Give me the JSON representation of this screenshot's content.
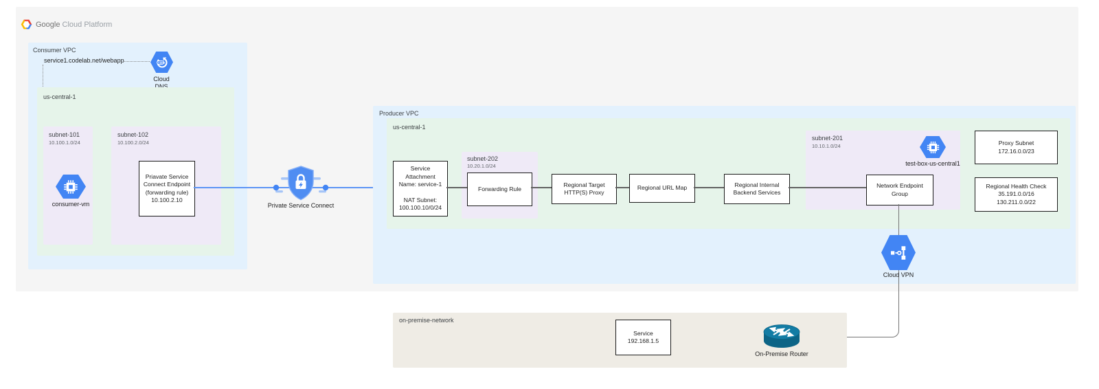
{
  "header": {
    "brand_bold": "Google",
    "brand_light": "Cloud Platform"
  },
  "consumer_vpc": {
    "label": "Consumer VPC",
    "dns_record": "service1.codelab.net/webapp",
    "cloud_dns_label": "Cloud\nDNS",
    "region": {
      "label": "us-central-1",
      "subnet101": {
        "name": "subnet-101",
        "cidr": "10.100.1.0/24",
        "vm_label": "consumer-vm"
      },
      "subnet102": {
        "name": "subnet-102",
        "cidr": "10.100.2.0/24",
        "endpoint_box": "Priavate Service\nConnect Endpoint\n(forwarding rule)\n10.100.2.10"
      }
    }
  },
  "psc": {
    "label": "Private Service Connect"
  },
  "producer_vpc": {
    "label": "Producer VPC",
    "cloud_vpn_label": "Cloud VPN",
    "region": {
      "label": "us-central-1",
      "service_attachment_box": "Service\nAttachment\nName: service-1\n\nNAT Subnet:\n100.100.10/0/24",
      "subnet202": {
        "name": "subnet-202",
        "cidr": "10.20.1.0/24",
        "forwarding_box": "Forwarding Rule"
      },
      "proxy_box": "Regional Target\nHTTP(S) Proxy",
      "urlmap_box": "Regional URL Map",
      "backend_box": "Regional Internal\nBackend Services",
      "subnet201": {
        "name": "subnet-201",
        "cidr": "10.10.1.0/24",
        "vm_label": "test-box-us-central1",
        "neg_box": "Network Endpoint\nGroup"
      },
      "proxy_subnet_box": "Proxy Subnet\n172.16.0.0/23",
      "health_check_box": "Regional Health Check\n35.191.0.0/16\n130.211.0.0/22"
    }
  },
  "on_premise": {
    "label": "on-premise-network",
    "service_box": "Service\n192.168.1.5",
    "router_label": "On-Premise Router"
  },
  "icons": {
    "gcp_logo": "hexagon-tricolor",
    "cloud_dns": "hexagon-refresh-dns",
    "compute_engine": "hexagon-chip",
    "private_service_connect": "shield-lock-bolt",
    "cloud_vpn": "hexagon-vpn-link",
    "on_premise_router": "cisco-router-cylinder"
  },
  "colors": {
    "canvas_bg": "#f5f5f5",
    "vpc_blue": "#e3f1fd",
    "region_green": "#e6f4ea",
    "subnet_purple": "#efeaf7",
    "onprem_beige": "#efece5",
    "icon_blue": "#4285F4",
    "line_blue": "#5C94F5",
    "line_gray": "#616161",
    "router_teal": "#0c6486"
  }
}
